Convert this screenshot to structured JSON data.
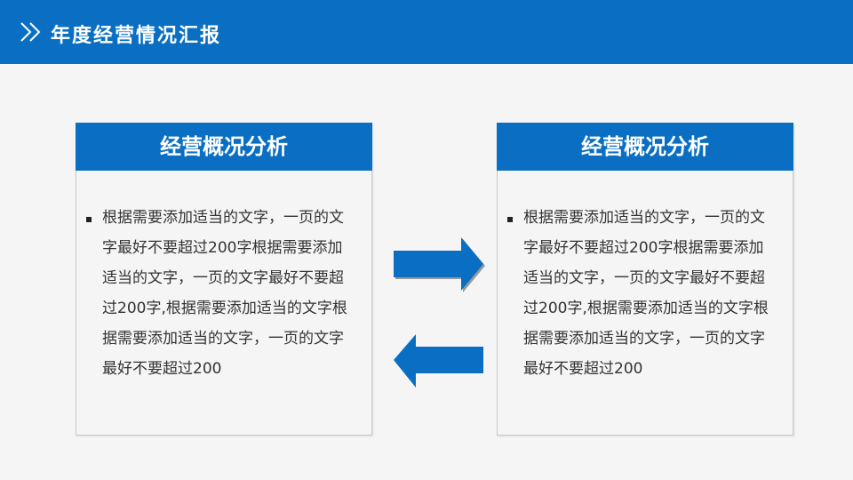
{
  "header": {
    "title": "年度经营情况汇报",
    "icon": "double-chevron-right-icon"
  },
  "cards": [
    {
      "title": "经营概况分析",
      "text": "根据需要添加适当的文字，一页的文字最好不要超过200字根据需要添加适当的文字，一页的文字最好不要超过200字,根据需要添加适当的文字根据需要添加适当的文字，一页的文字最好不要超过200"
    },
    {
      "title": "经营概况分析",
      "text": "根据需要添加适当的文字，一页的文字最好不要超过200字根据需要添加适当的文字，一页的文字最好不要超过200字,根据需要添加适当的文字根据需要添加适当的文字，一页的文字最好不要超过200"
    }
  ],
  "colors": {
    "accent": "#0a6fc2",
    "background": "#f5f5f6"
  }
}
